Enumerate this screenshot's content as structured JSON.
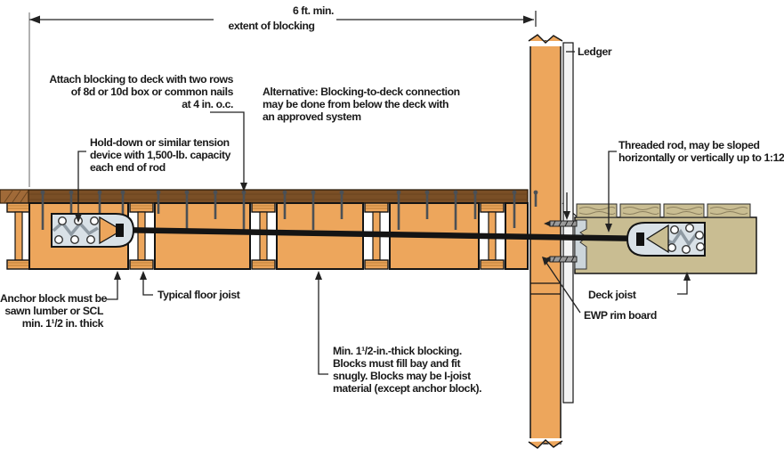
{
  "colors": {
    "wood": "#eda65c",
    "wood_hatch": "#b97c35",
    "deck_band": "#7a4f26",
    "deck_band_cap": "#a06a38",
    "khaki": "#c9bd92",
    "khaki_grain": "#8d8160",
    "hardware": "#d9e1e7",
    "strap": "#8f9aa3",
    "rod": "#141414",
    "nail": "#4b5055",
    "text": "#1a1a1a"
  },
  "dimension": {
    "line1": "6 ft. min.",
    "line2": "extent of blocking"
  },
  "labels": {
    "attach_blocking": {
      "lines": [
        "Attach blocking to deck with two rows",
        "of 8d or 10d box or common nails",
        "at 4 in. o.c."
      ]
    },
    "alternative": {
      "lines": [
        "Alternative: Blocking-to-deck connection",
        "may be done from below the deck with",
        "an approved system"
      ]
    },
    "hold_down": {
      "lines": [
        "Hold-down or similar tension",
        "device with 1,500-lb. capacity",
        "each end of rod"
      ]
    },
    "ledger": {
      "text": "Ledger"
    },
    "threaded_rod": {
      "lines": [
        "Threaded rod, may be sloped",
        "horizontally or vertically up to 1:12"
      ]
    },
    "anchor_block": {
      "lines": [
        "Anchor block must be",
        "sawn lumber or SCL",
        "min. 1¹/2 in. thick"
      ]
    },
    "typical_floor_joist": {
      "text": "Typical floor joist"
    },
    "min_blocking": {
      "lines": [
        "Min. 1¹/2-in.-thick blocking.",
        "Blocks must fill bay and fit",
        "snugly. Blocks may be I-joist",
        "material (except anchor block)."
      ]
    },
    "deck_joist": {
      "text": "Deck joist"
    },
    "ewp_rim_board": {
      "text": "EWP rim board"
    }
  }
}
